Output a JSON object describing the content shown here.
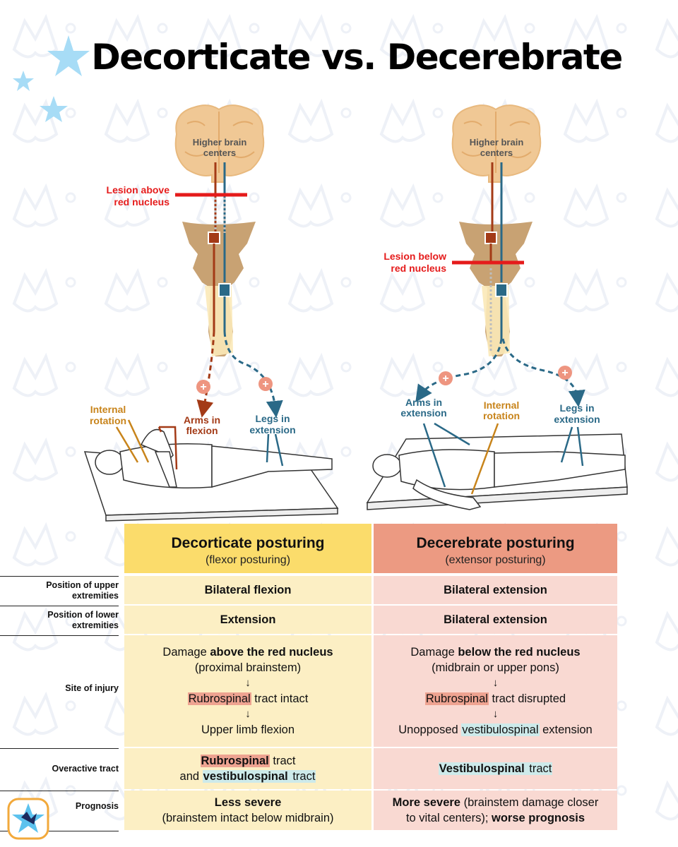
{
  "title": "Decorticate vs. Decerebrate",
  "colors": {
    "red_lesion": "#e51b1b",
    "rubro": "#a33a16",
    "vestibulo": "#2a6987",
    "brain": "#f0c895",
    "brainstem": "#c8a273",
    "header_yellow": "#fbdc6b",
    "header_red": "#ec9a82"
  },
  "diagram_left": {
    "brain_label": "Higher brain centers",
    "lesion_label": "Lesion above red nucleus",
    "internal_rotation": "Internal rotation",
    "arms": "Arms in flexion",
    "legs": "Legs in extension"
  },
  "diagram_right": {
    "brain_label": "Higher brain centers",
    "lesion_label": "Lesion below red nucleus",
    "arms": "Arms in extension",
    "internal_rotation": "Internal rotation",
    "legs": "Legs in extension"
  },
  "table": {
    "headers": [
      {
        "title": "Decorticate posturing",
        "subtitle": "(flexor posturing)"
      },
      {
        "title": "Decerebrate posturing",
        "subtitle": "(extensor posturing)"
      }
    ],
    "rows": {
      "upper": {
        "label": "Position of upper extremities",
        "left": "Bilateral flexion",
        "right": "Bilateral extension"
      },
      "lower": {
        "label": "Position of lower extremities",
        "left": "Extension",
        "right": "Bilateral extension"
      },
      "site": {
        "label": "Site of injury",
        "left": {
          "l1a": "Damage ",
          "l1b": "above the red nucleus",
          "l2": "(proximal brainstem)",
          "arrow": "↓",
          "l3a": "Rubrospinal",
          "l3b": " tract intact",
          "l4": "Upper limb flexion"
        },
        "right": {
          "l1a": "Damage ",
          "l1b": "below the red nucleus",
          "l2": "(midbrain or upper pons)",
          "arrow": "↓",
          "l3a": "Rubrospinal",
          "l3b": " tract disrupted",
          "l4a": "Unopposed ",
          "l4b": "vestibulospinal",
          "l4c": " extension"
        }
      },
      "tract": {
        "label": "Overactive tract",
        "left": {
          "a": "Rubrospinal",
          "b": " tract",
          "c": "and ",
          "d": "vestibulospinal",
          "e": " tract"
        },
        "right": {
          "a": "Vestibulospinal",
          "b": " tract"
        }
      },
      "prognosis": {
        "label": "Prognosis",
        "left": {
          "a": "Less severe",
          "b": "(brainstem intact below midbrain)"
        },
        "right": {
          "a": "More severe",
          "b": " (brainstem damage closer",
          "c": "to vital centers); ",
          "d": "worse prognosis"
        }
      }
    }
  }
}
